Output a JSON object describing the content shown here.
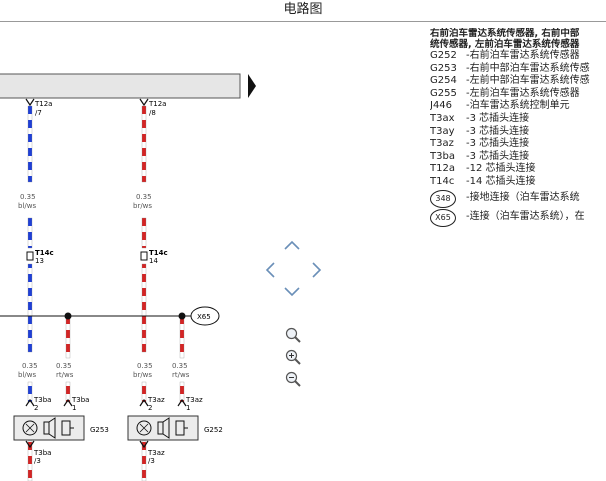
{
  "page": {
    "title": "电路图"
  },
  "legend": {
    "header_line1": "右前泊车雷达系统传感器, 右前中部",
    "header_line2": "统传感器, 左前泊车雷达系统传感器",
    "items": [
      {
        "code": "G252",
        "desc": "-右前泊车雷达系统传感器"
      },
      {
        "code": "G253",
        "desc": "-右前中部泊车雷达系统传感"
      },
      {
        "code": "G254",
        "desc": "-左前中部泊车雷达系统传感"
      },
      {
        "code": "G255",
        "desc": "-左前泊车雷达系统传感器"
      },
      {
        "code": "J446",
        "desc": "-泊车雷达系统控制单元"
      },
      {
        "code": "T3ax",
        "desc": "-3 芯插头连接"
      },
      {
        "code": "T3ay",
        "desc": "-3 芯插头连接"
      },
      {
        "code": "T3az",
        "desc": "-3 芯插头连接"
      },
      {
        "code": "T3ba",
        "desc": "-3 芯插头连接"
      },
      {
        "code": "T12a",
        "desc": "-12 芯插头连接"
      },
      {
        "code": "T14c",
        "desc": "-14 芯插头连接"
      }
    ],
    "circles": [
      {
        "code": "348",
        "desc": "-接地连接（泊车雷达系统"
      },
      {
        "code": "X65",
        "desc": "-连接（泊车雷达系统），在"
      }
    ]
  },
  "diagram": {
    "left": {
      "t12a": "T12a",
      "t12a_pin": "/7",
      "wire1": "0.35",
      "wire1_color": "bl/ws",
      "t14c": "T14c",
      "t14c_pin": "13",
      "wire2": "0.35",
      "wire2_color": "bl/ws",
      "wire3": "0.35",
      "wire3_color": "rt/ws",
      "conn_a": "T3ba",
      "conn_a_pin": "2",
      "conn_b": "T3ba",
      "conn_b_pin": "1",
      "sensor": "G253",
      "conn_c": "T3ba",
      "conn_c_pin": "/3"
    },
    "right": {
      "t12a": "T12a",
      "t12a_pin": "/8",
      "wire1": "0.35",
      "wire1_color": "br/ws",
      "t14c": "T14c",
      "t14c_pin": "14",
      "wire2": "0.35",
      "wire2_color": "br/ws",
      "wire3": "0.35",
      "wire3_color": "rt/ws",
      "conn_a": "T3az",
      "conn_a_pin": "2",
      "conn_b": "T3az",
      "conn_b_pin": "1",
      "sensor": "G252",
      "conn_c": "T3az",
      "conn_c_pin": "/3"
    },
    "junction": "X65"
  },
  "colors": {
    "blue": "#1f3fd6",
    "red": "#d42424",
    "bar": "#e6e6e6"
  },
  "icons": [
    "pan-up-icon",
    "pan-left-icon",
    "pan-right-icon",
    "pan-down-icon",
    "zoom-fit-icon",
    "zoom-in-icon",
    "zoom-out-icon"
  ]
}
